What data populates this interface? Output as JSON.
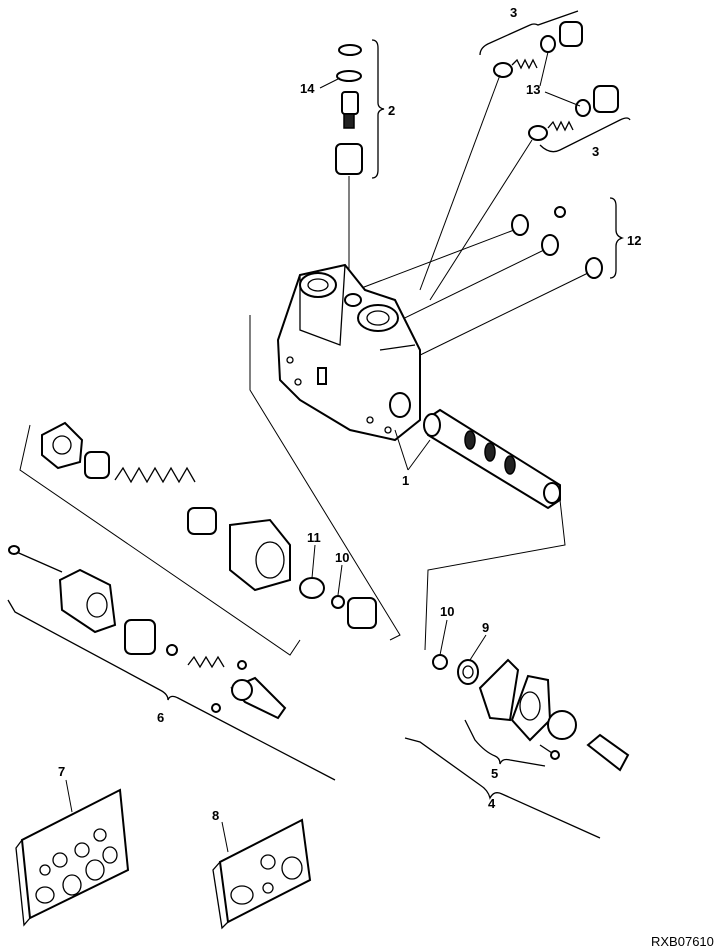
{
  "figure_code": "RXB07610",
  "callouts": {
    "c1": "1",
    "c2": "2",
    "c3_top": "3",
    "c3_bottom": "3",
    "c4": "4",
    "c5": "5",
    "c6": "6",
    "c7": "7",
    "c8": "8",
    "c9": "9",
    "c10_left": "10",
    "c10_right": "10",
    "c11": "11",
    "c12": "12",
    "c13": "13",
    "c14": "14"
  }
}
